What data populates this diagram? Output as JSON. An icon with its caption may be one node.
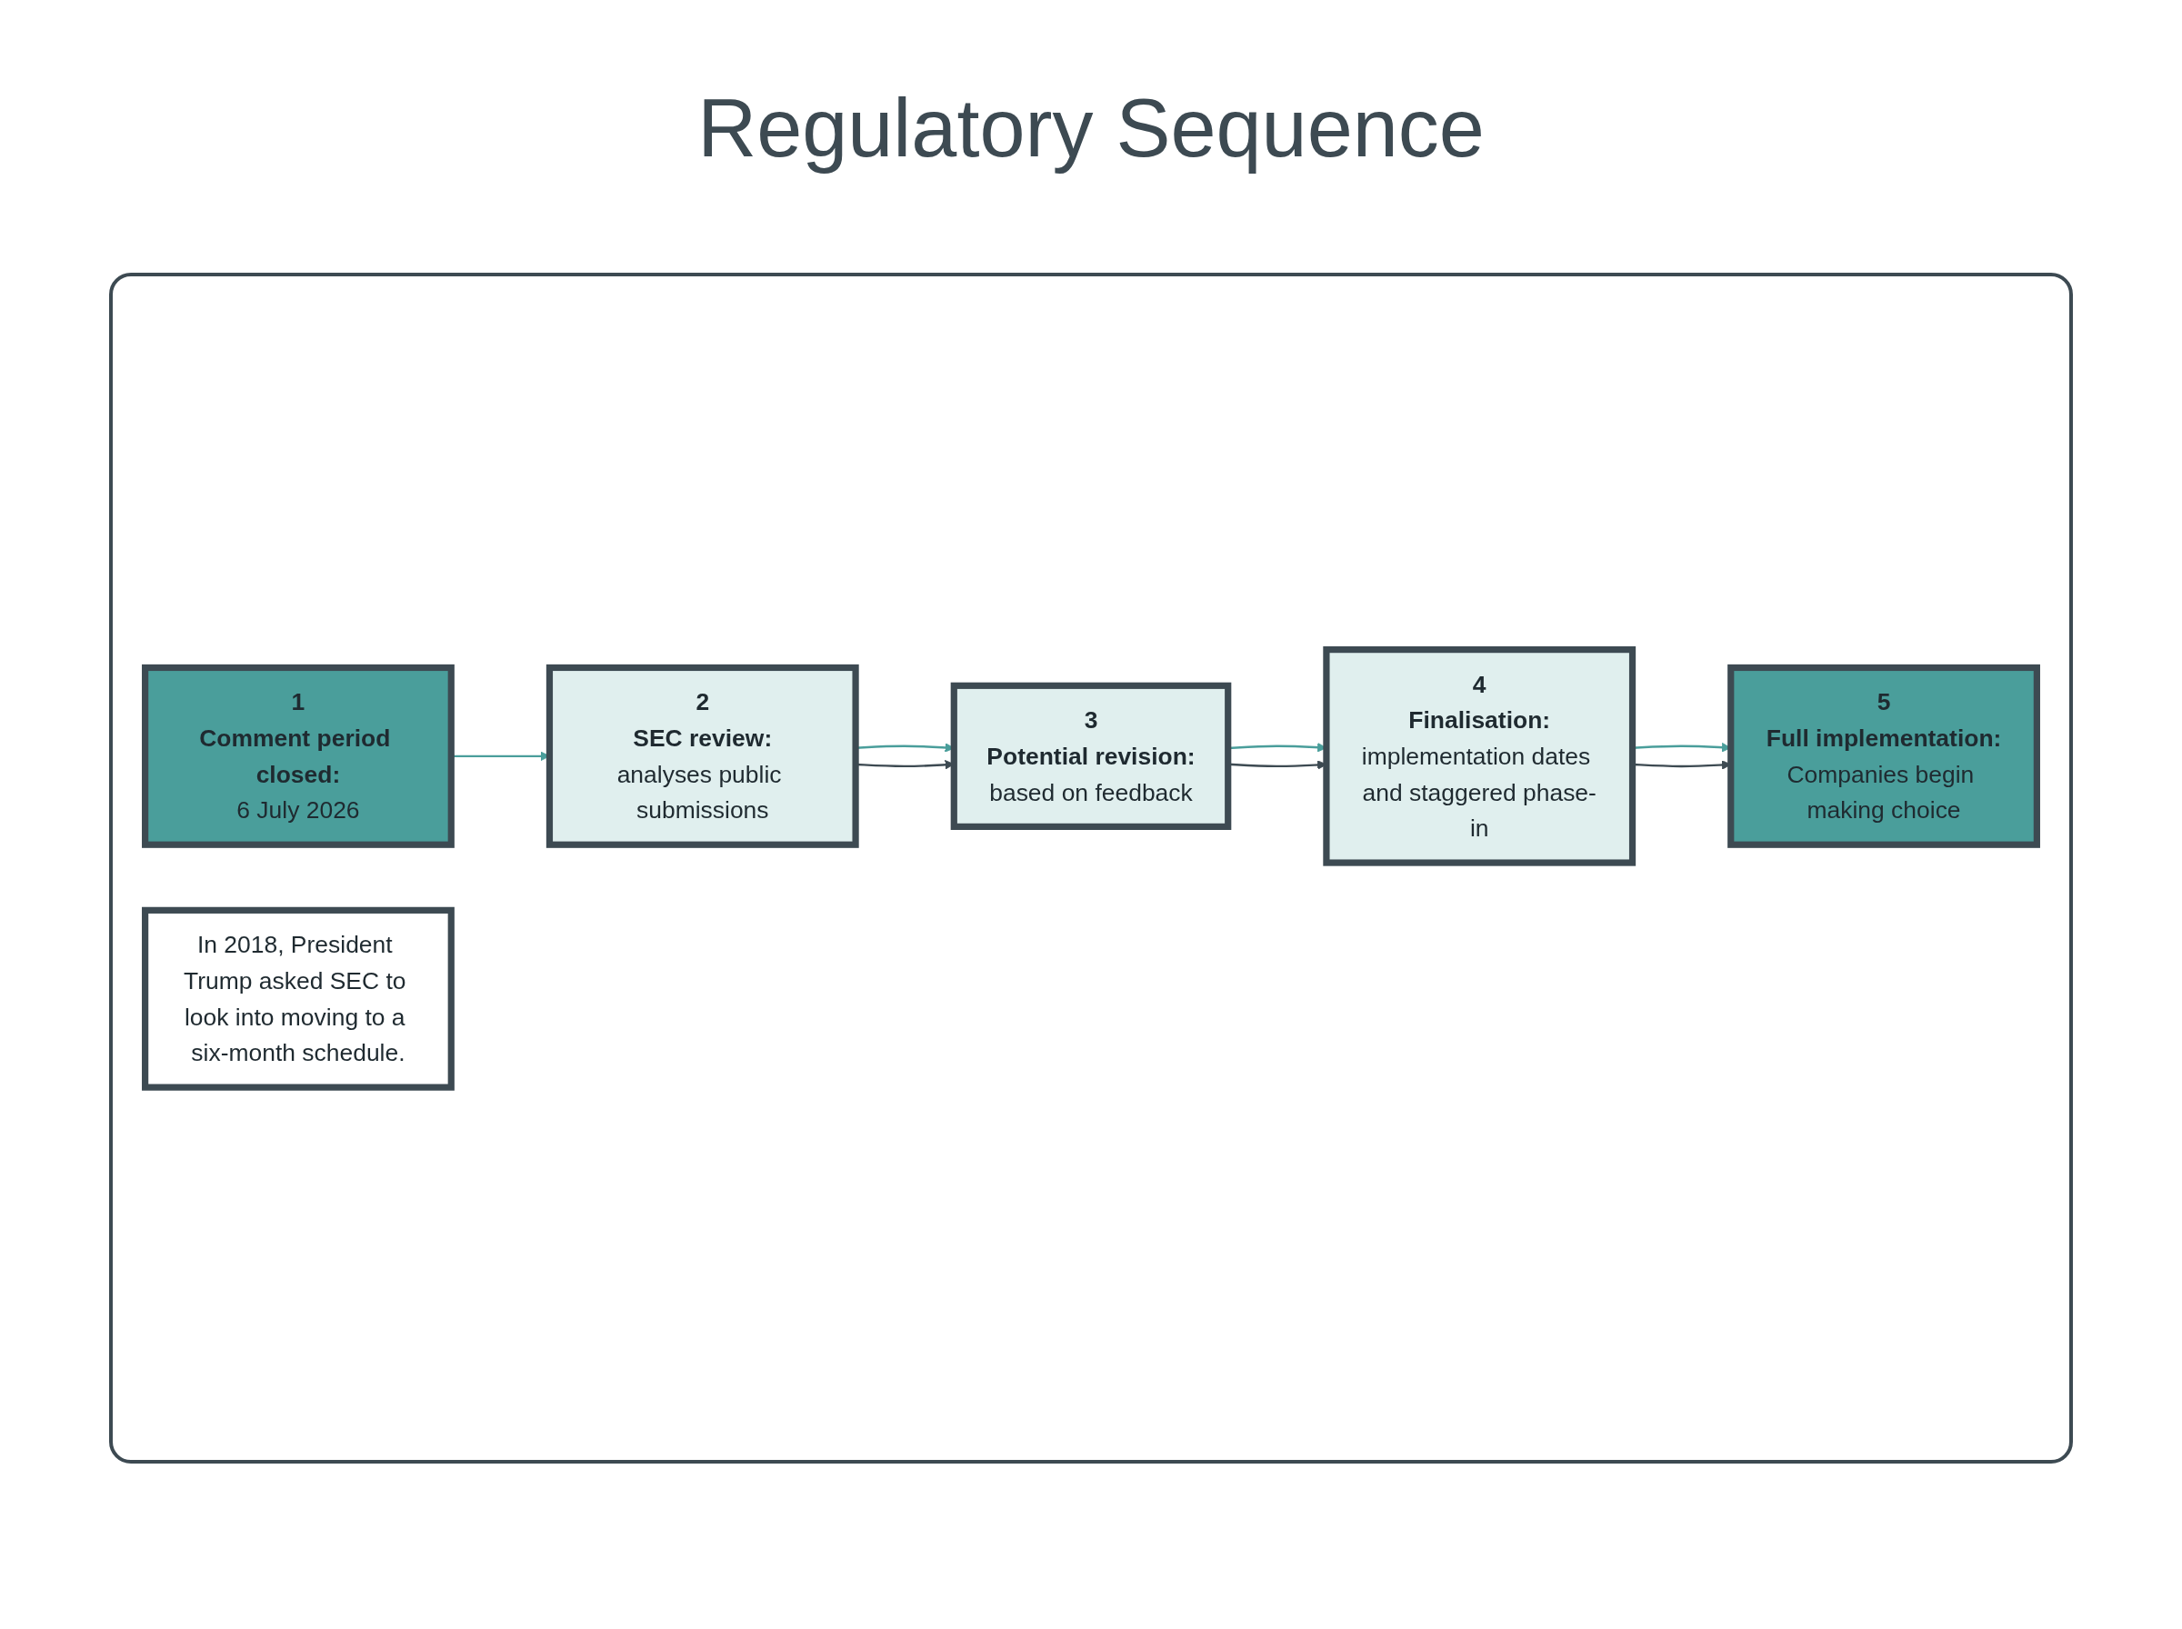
{
  "diagram": {
    "title": "Regulatory Sequence",
    "nodes": [
      {
        "text": [
          "1",
          "Comment period closed:",
          "6 July 2026"
        ]
      },
      {
        "text": [
          "2",
          "SEC review:",
          "analyses public submissions"
        ]
      },
      {
        "text": [
          "3",
          "Potential revision:",
          "based on feedback"
        ]
      },
      {
        "text": [
          "4",
          "Finalisation:",
          "implementation dates and staggered phase-in"
        ]
      },
      {
        "text": [
          "5",
          "Full implementation:",
          "Companies begin making choice"
        ]
      },
      {
        "text": [
          "In 2018, President Trump asked SEC to look into moving to a six-month schedule."
        ]
      }
    ],
    "edges": [
      {
        "from": 0,
        "to": 1,
        "arrow": "to",
        "color": "#4a9e9b"
      },
      {
        "from": 1,
        "to": 2,
        "arrow": "to",
        "color": "#4a9e9b"
      },
      {
        "from": 2,
        "to": 3,
        "arrow": "to",
        "color": "#4a9e9b"
      },
      {
        "from": 3,
        "to": 4,
        "arrow": "to",
        "color": "#4a9e9b"
      },
      {
        "from": 1,
        "to": 2,
        "arrow": "to"
      },
      {
        "from": 2,
        "to": 3,
        "arrow": "to"
      },
      {
        "from": 3,
        "to": 4,
        "arrow": "to"
      }
    ]
  }
}
